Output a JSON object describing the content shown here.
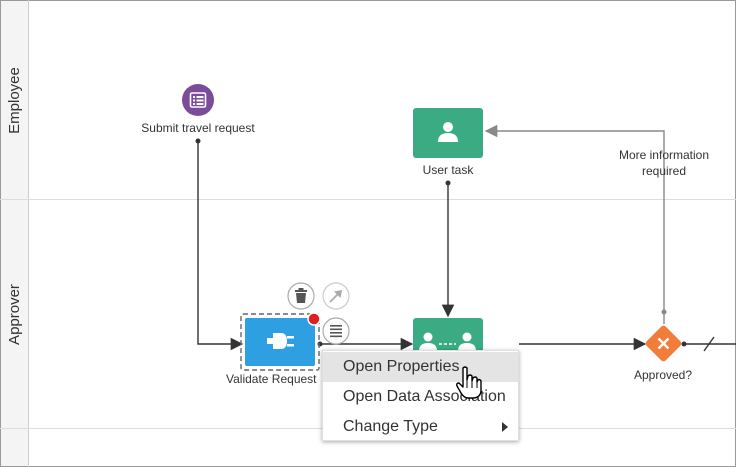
{
  "lanes": [
    {
      "label": "Employee"
    },
    {
      "label": "Approver"
    }
  ],
  "nodes": {
    "submit_travel_request": {
      "label": "Submit travel request"
    },
    "user_task": {
      "label": "User task"
    },
    "validate_request": {
      "label": "Validate Request"
    },
    "approved_gateway": {
      "label": "Approved?"
    },
    "more_info_flow": {
      "label_line1": "More information",
      "label_line2": "required"
    }
  },
  "context_menu": {
    "items": [
      {
        "label": "Open Properties",
        "hovered": true
      },
      {
        "label": "Open Data Association",
        "hovered": false
      },
      {
        "label": "Change Type",
        "has_submenu": true
      }
    ]
  },
  "colors": {
    "start_event": "#7b4c9a",
    "user_task": "#3bab84",
    "service_task": "#2e9fe0",
    "gateway": "#f27c3a",
    "error_dot": "#e02020",
    "connector": "#333333",
    "loop_connector": "#888888",
    "lane_border": "#cccccc",
    "lane_header": "#f4f4f4"
  },
  "icons": {
    "start_event": "form-list-icon",
    "user_task": "person-icon",
    "service_task": "plug-icon",
    "gateway": "x-cross-icon",
    "delete": "trash-icon",
    "connect": "arrow-diagonal-icon",
    "menu": "hamburger-list-icon",
    "cursor": "hand-pointer-icon"
  }
}
